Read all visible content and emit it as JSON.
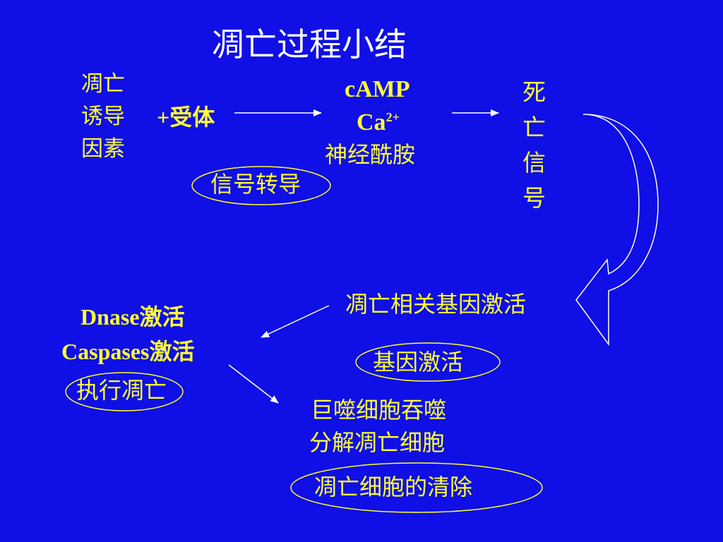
{
  "title": "凋亡过程小结",
  "inducer": [
    "凋亡",
    "诱导",
    "因素"
  ],
  "receptor": "+受体",
  "mediators": {
    "camp": "cAMP",
    "ca_base": "Ca",
    "ca_sup": "2+",
    "ceramide": "神经酰胺"
  },
  "signal_transduction": "信号转导",
  "death_signal": [
    "死",
    "亡",
    "信",
    "号"
  ],
  "gene_activation_text": "凋亡相关基因激活",
  "gene_activation_label": "基因激活",
  "executors": {
    "dnase": "Dnase激活",
    "caspases": "Caspases激活",
    "label": "执行凋亡"
  },
  "clearance": {
    "line1": "巨噬细胞吞噬",
    "line2": "分解凋亡细胞",
    "label": "凋亡细胞的清除"
  },
  "colors": {
    "background": "#0f0fe6",
    "text": "#ffff33",
    "title": "#ffffff",
    "lines": "#ffffff",
    "ellipses": "#ffff33"
  }
}
